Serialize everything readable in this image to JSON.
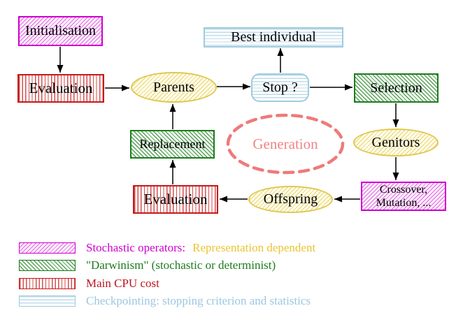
{
  "colors": {
    "magenta": "#cf00cf",
    "green": "#1e7c1e",
    "red": "#c41a1a",
    "cyan_border": "#9fcbdf",
    "yellow_border": "#dfc851",
    "salmon": "#ef7a7a",
    "gold_text": "#e9c431",
    "darkred_text": "#bb1520",
    "lightblue_text": "#9cc7e0"
  },
  "nodes": {
    "initialisation": "Initialisation",
    "evaluation_top": "Evaluation",
    "parents": "Parents",
    "best_individual": "Best individual",
    "stop": "Stop ?",
    "selection": "Selection",
    "genitors": "Genitors",
    "crossover_line1": "Crossover,",
    "crossover_line2": "Mutation, ...",
    "offspring": "Offspring",
    "evaluation_bottom": "Evaluation",
    "replacement": "Replacement",
    "generation": "Generation"
  },
  "edges": [
    {
      "from": "initialisation",
      "to": "evaluation_top"
    },
    {
      "from": "evaluation_top",
      "to": "parents"
    },
    {
      "from": "parents",
      "to": "stop"
    },
    {
      "from": "stop",
      "to": "best_individual"
    },
    {
      "from": "stop",
      "to": "selection"
    },
    {
      "from": "selection",
      "to": "genitors"
    },
    {
      "from": "genitors",
      "to": "crossover_mutation"
    },
    {
      "from": "crossover_mutation",
      "to": "offspring"
    },
    {
      "from": "offspring",
      "to": "evaluation_bottom"
    },
    {
      "from": "evaluation_bottom",
      "to": "replacement"
    },
    {
      "from": "replacement",
      "to": "parents"
    }
  ],
  "legend": {
    "items": [
      {
        "swatch": "magenta-diagonal-hatch",
        "label": "Stochastic operators:",
        "label2": "Representation dependent"
      },
      {
        "swatch": "green-diagonal-hatch",
        "label": "\"Darwinism\" (stochastic or determinist)"
      },
      {
        "swatch": "red-vertical-lines",
        "label": "Main CPU cost"
      },
      {
        "swatch": "cyan-horizontal-lines",
        "label": "Checkpointing: stopping criterion and statistics"
      }
    ]
  }
}
